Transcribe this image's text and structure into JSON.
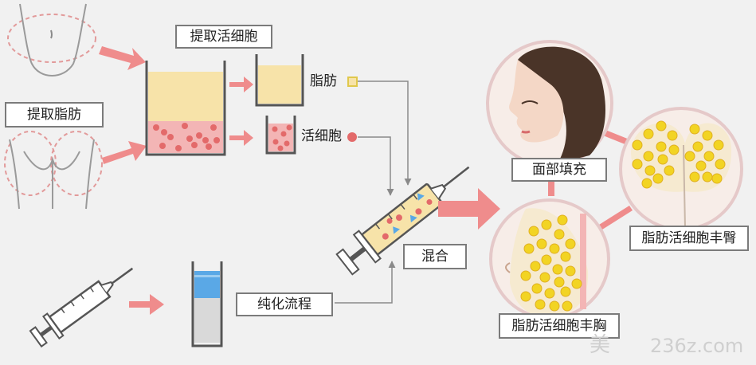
{
  "labels": {
    "extract_fat": "提取脂肪",
    "extract_live_cells": "提取活细胞",
    "fat": "脂肪",
    "live_cells": "活细胞",
    "purification": "纯化流程",
    "mix": "混合",
    "face_fill": "面部填充",
    "buttock": "脂肪活细胞丰臀",
    "breast": "脂肪活细胞丰胸"
  },
  "watermark": {
    "logo_glyph": "美",
    "domain": "236z.com"
  },
  "colors": {
    "background": "#f1f1f1",
    "arrow": "#ef8c8c",
    "fat_yellow": "#f7e3a9",
    "cell_pink": "#f3b5b5",
    "cell_dot": "#e36a6a",
    "purified_blue": "#5aa8e6",
    "fat_cell_yellow": "#f2d423",
    "connector_pink": "#ef8c8c",
    "circle_border": "#e5c9c9"
  }
}
